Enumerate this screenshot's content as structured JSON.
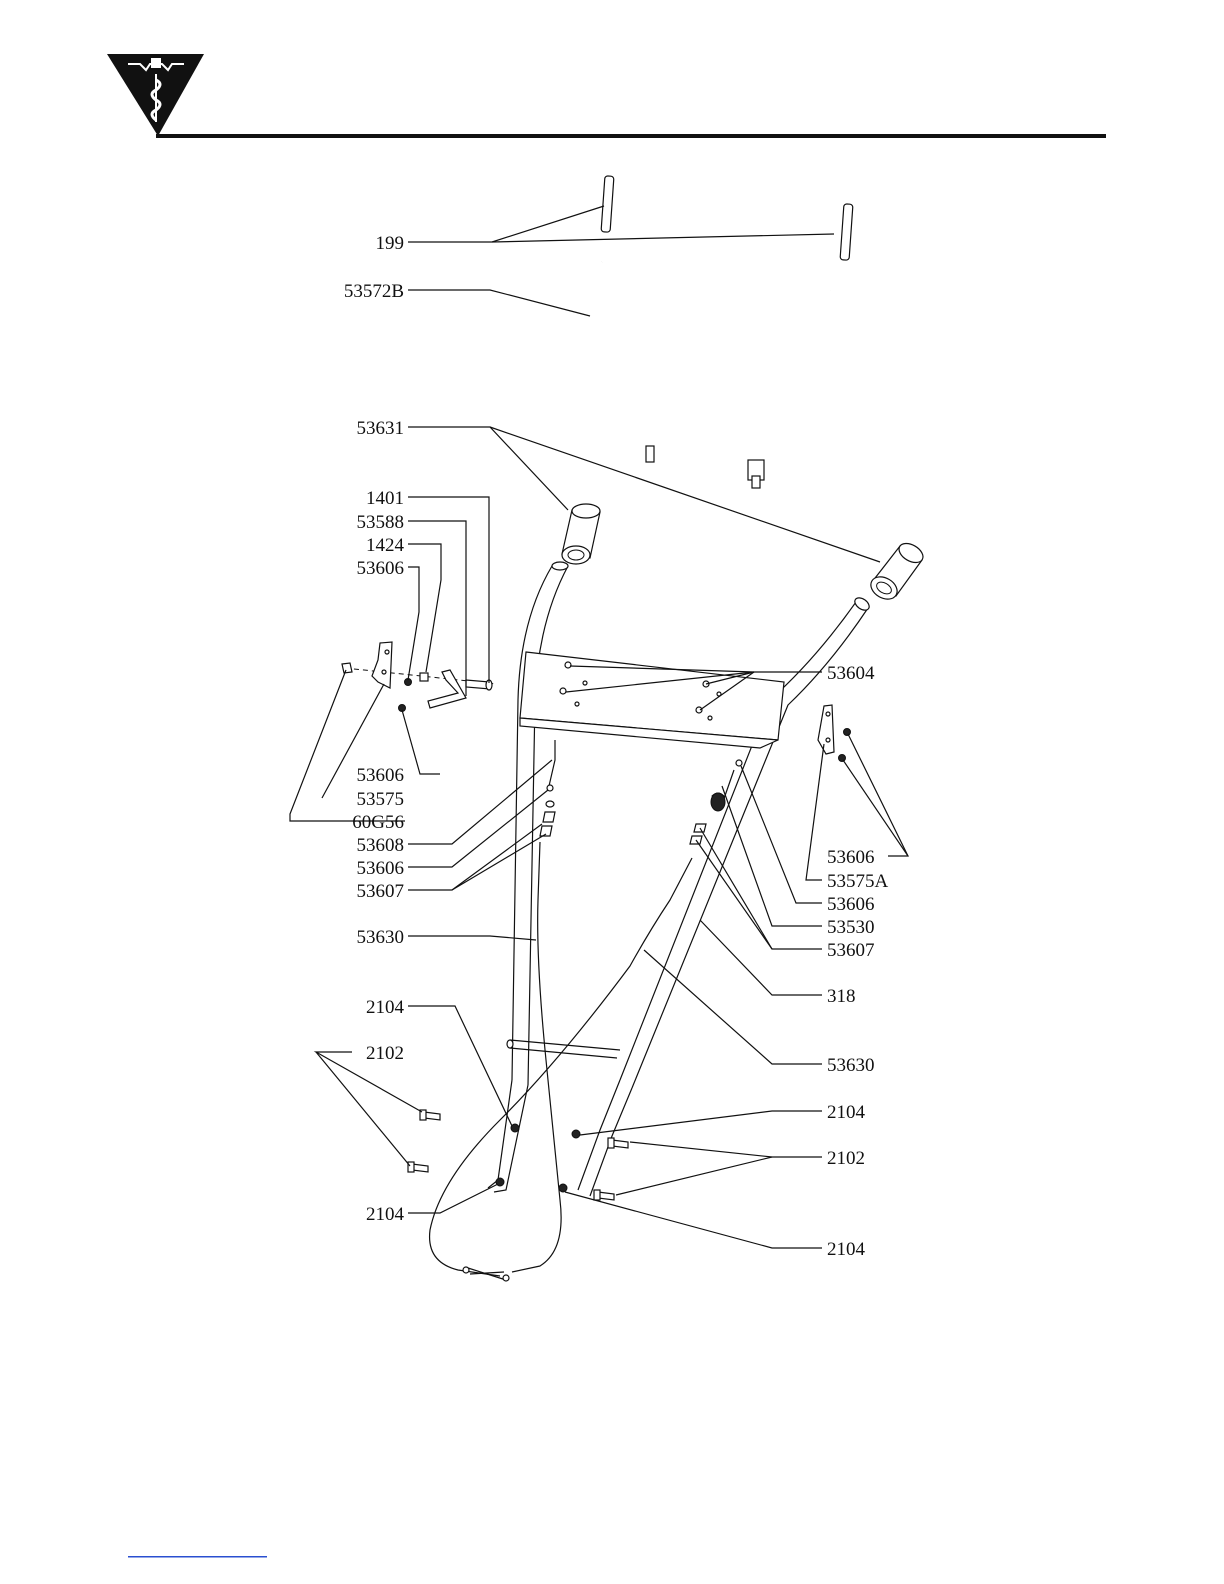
{
  "header": {
    "logo_icon": "auger-triangle-icon",
    "rule_color": "#111111"
  },
  "diagram": {
    "labels_left": [
      "199",
      "53572B",
      "53631",
      "1401",
      "53588",
      "1424",
      "53606",
      "53606",
      "53575",
      "60G56",
      "53608",
      "53606",
      "53607",
      "53630",
      "2104",
      "2102",
      "2104"
    ],
    "labels_right": [
      "53604",
      "53606",
      "53575A",
      "53606",
      "53530",
      "53607",
      "318",
      "53630",
      "2104",
      "2102",
      "2104"
    ]
  }
}
